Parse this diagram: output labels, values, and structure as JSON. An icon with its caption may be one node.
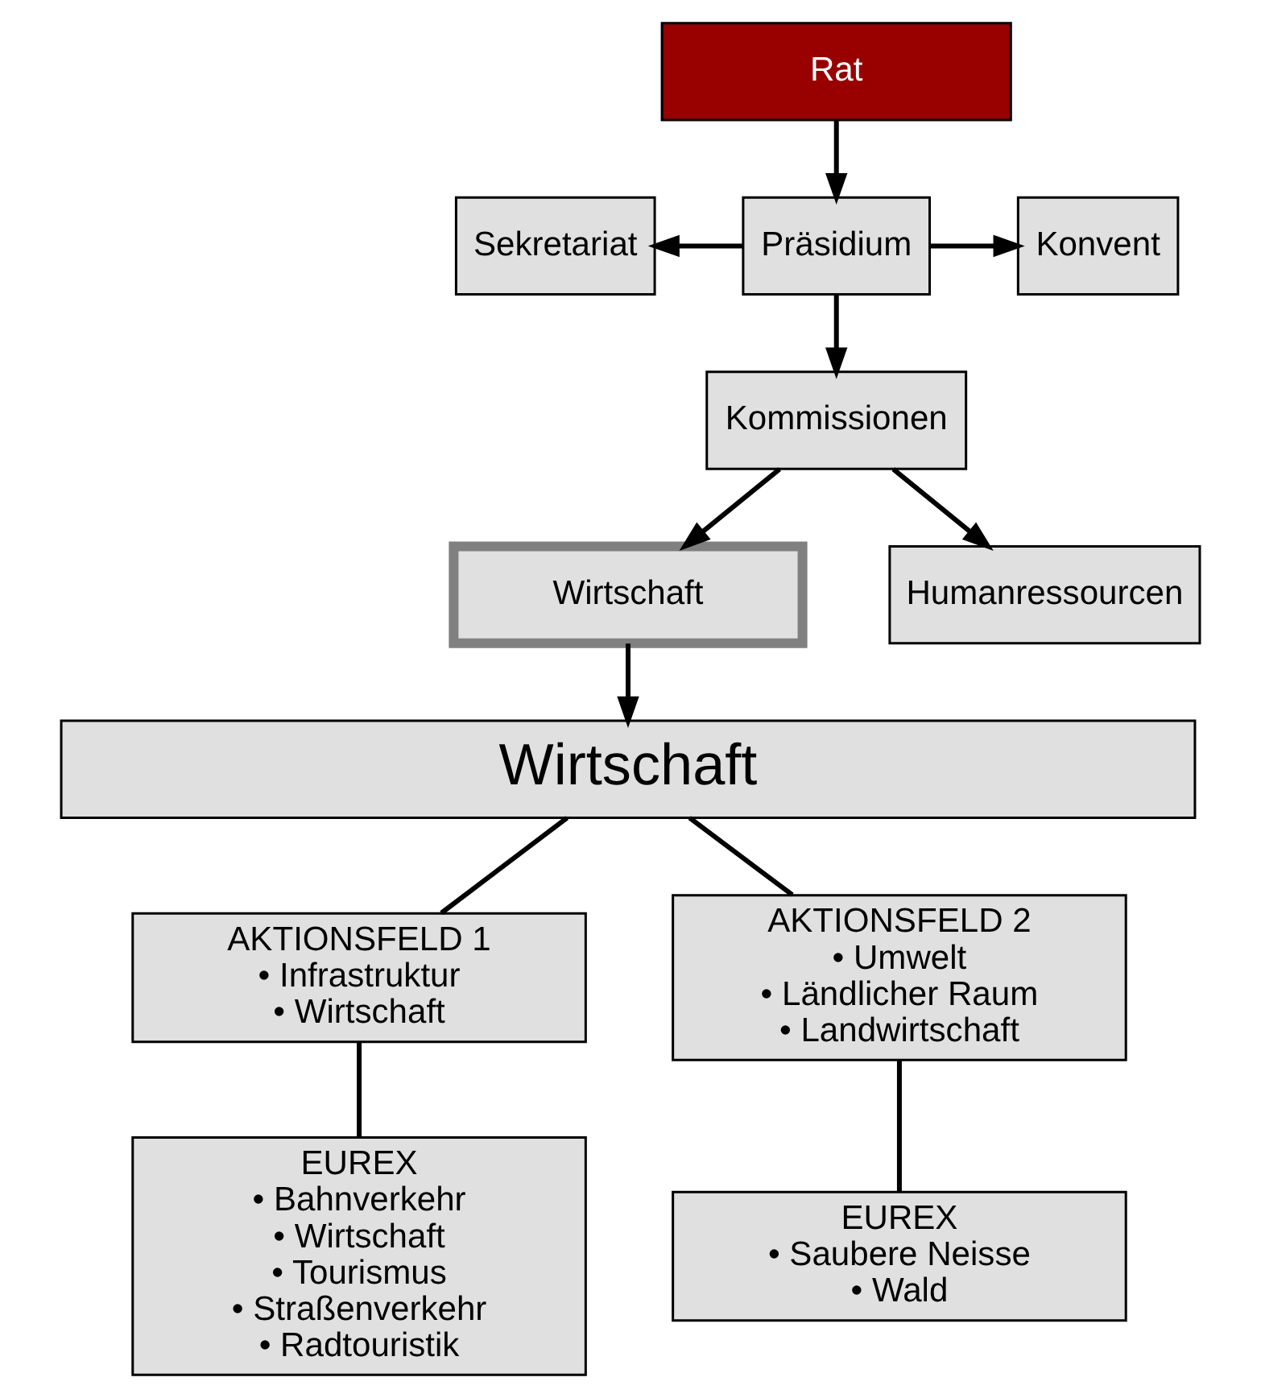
{
  "diagram": {
    "nodes": [
      {
        "text": [
          "Rat"
        ]
      },
      {
        "text": [
          "Präsidium"
        ]
      },
      {
        "text": [
          "Sekretariat"
        ]
      },
      {
        "text": [
          "Konvent"
        ]
      },
      {
        "text": [
          "Kommissionen"
        ]
      },
      {
        "text": [
          "Wirtschaft"
        ]
      },
      {
        "text": [
          "Humanressourcen"
        ]
      },
      {
        "text": [
          "Wirtschaft"
        ]
      },
      {
        "text": [
          "AKTIONSFELD 1",
          "• Infrastruktur",
          "• Wirtschaft"
        ]
      },
      {
        "text": [
          "AKTIONSFELD 2",
          "• Umwelt",
          "• Ländlicher Raum",
          "• Landwirtschaft"
        ]
      },
      {
        "text": [
          "EUREX",
          "• Bahnverkehr",
          "• Wirtschaft",
          "• Tourismus",
          "• Straßenverkehr",
          "• Radtouristik"
        ]
      },
      {
        "text": [
          "EUREX",
          "• Saubere Neisse",
          "• Wald"
        ]
      }
    ],
    "edges": [
      {
        "from": 0,
        "to": 1,
        "arrow": "to"
      },
      {
        "from": 1,
        "to": 2,
        "arrow": "to"
      },
      {
        "from": 1,
        "to": 3,
        "arrow": "to"
      },
      {
        "from": 1,
        "to": 4,
        "arrow": "to"
      },
      {
        "from": 4,
        "to": 5,
        "arrow": "to"
      },
      {
        "from": 4,
        "to": 6,
        "arrow": "to"
      },
      {
        "from": 5,
        "to": 7,
        "arrow": "to"
      },
      {
        "from": 7,
        "to": 8,
        "arrow": "none"
      },
      {
        "from": 7,
        "to": 9,
        "arrow": "none"
      },
      {
        "from": 8,
        "to": 10,
        "arrow": "none"
      },
      {
        "from": 9,
        "to": 11,
        "arrow": "none"
      }
    ]
  }
}
